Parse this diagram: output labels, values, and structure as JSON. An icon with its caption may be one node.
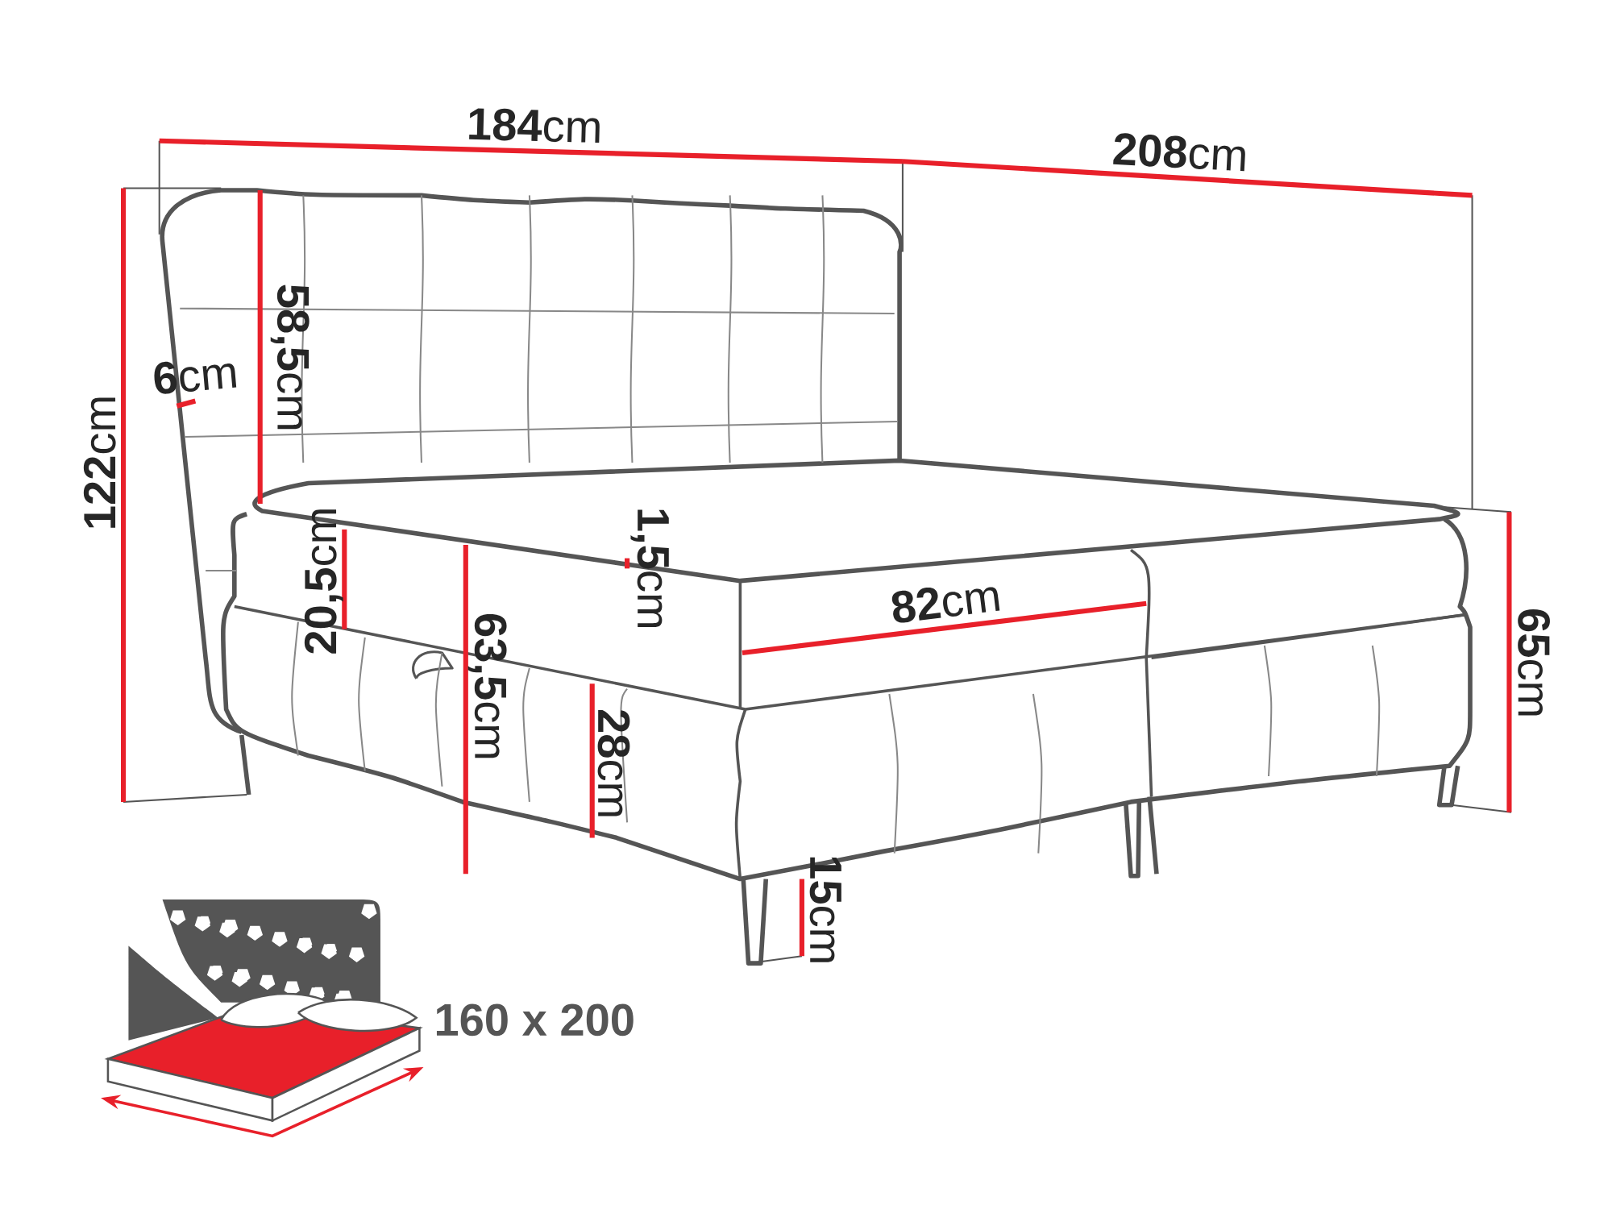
{
  "diagram": {
    "labels": [
      "**184**cm",
      "**208**cm",
      "**122**cm",
      "**58,5**cm",
      "**6**cm",
      "**20,5**cm",
      "**63,5**cm",
      "**1,5**cm",
      "**82**cm",
      "**28**cm",
      "**15**cm",
      "**65**cm",
      "160 x 200"
    ]
  }
}
